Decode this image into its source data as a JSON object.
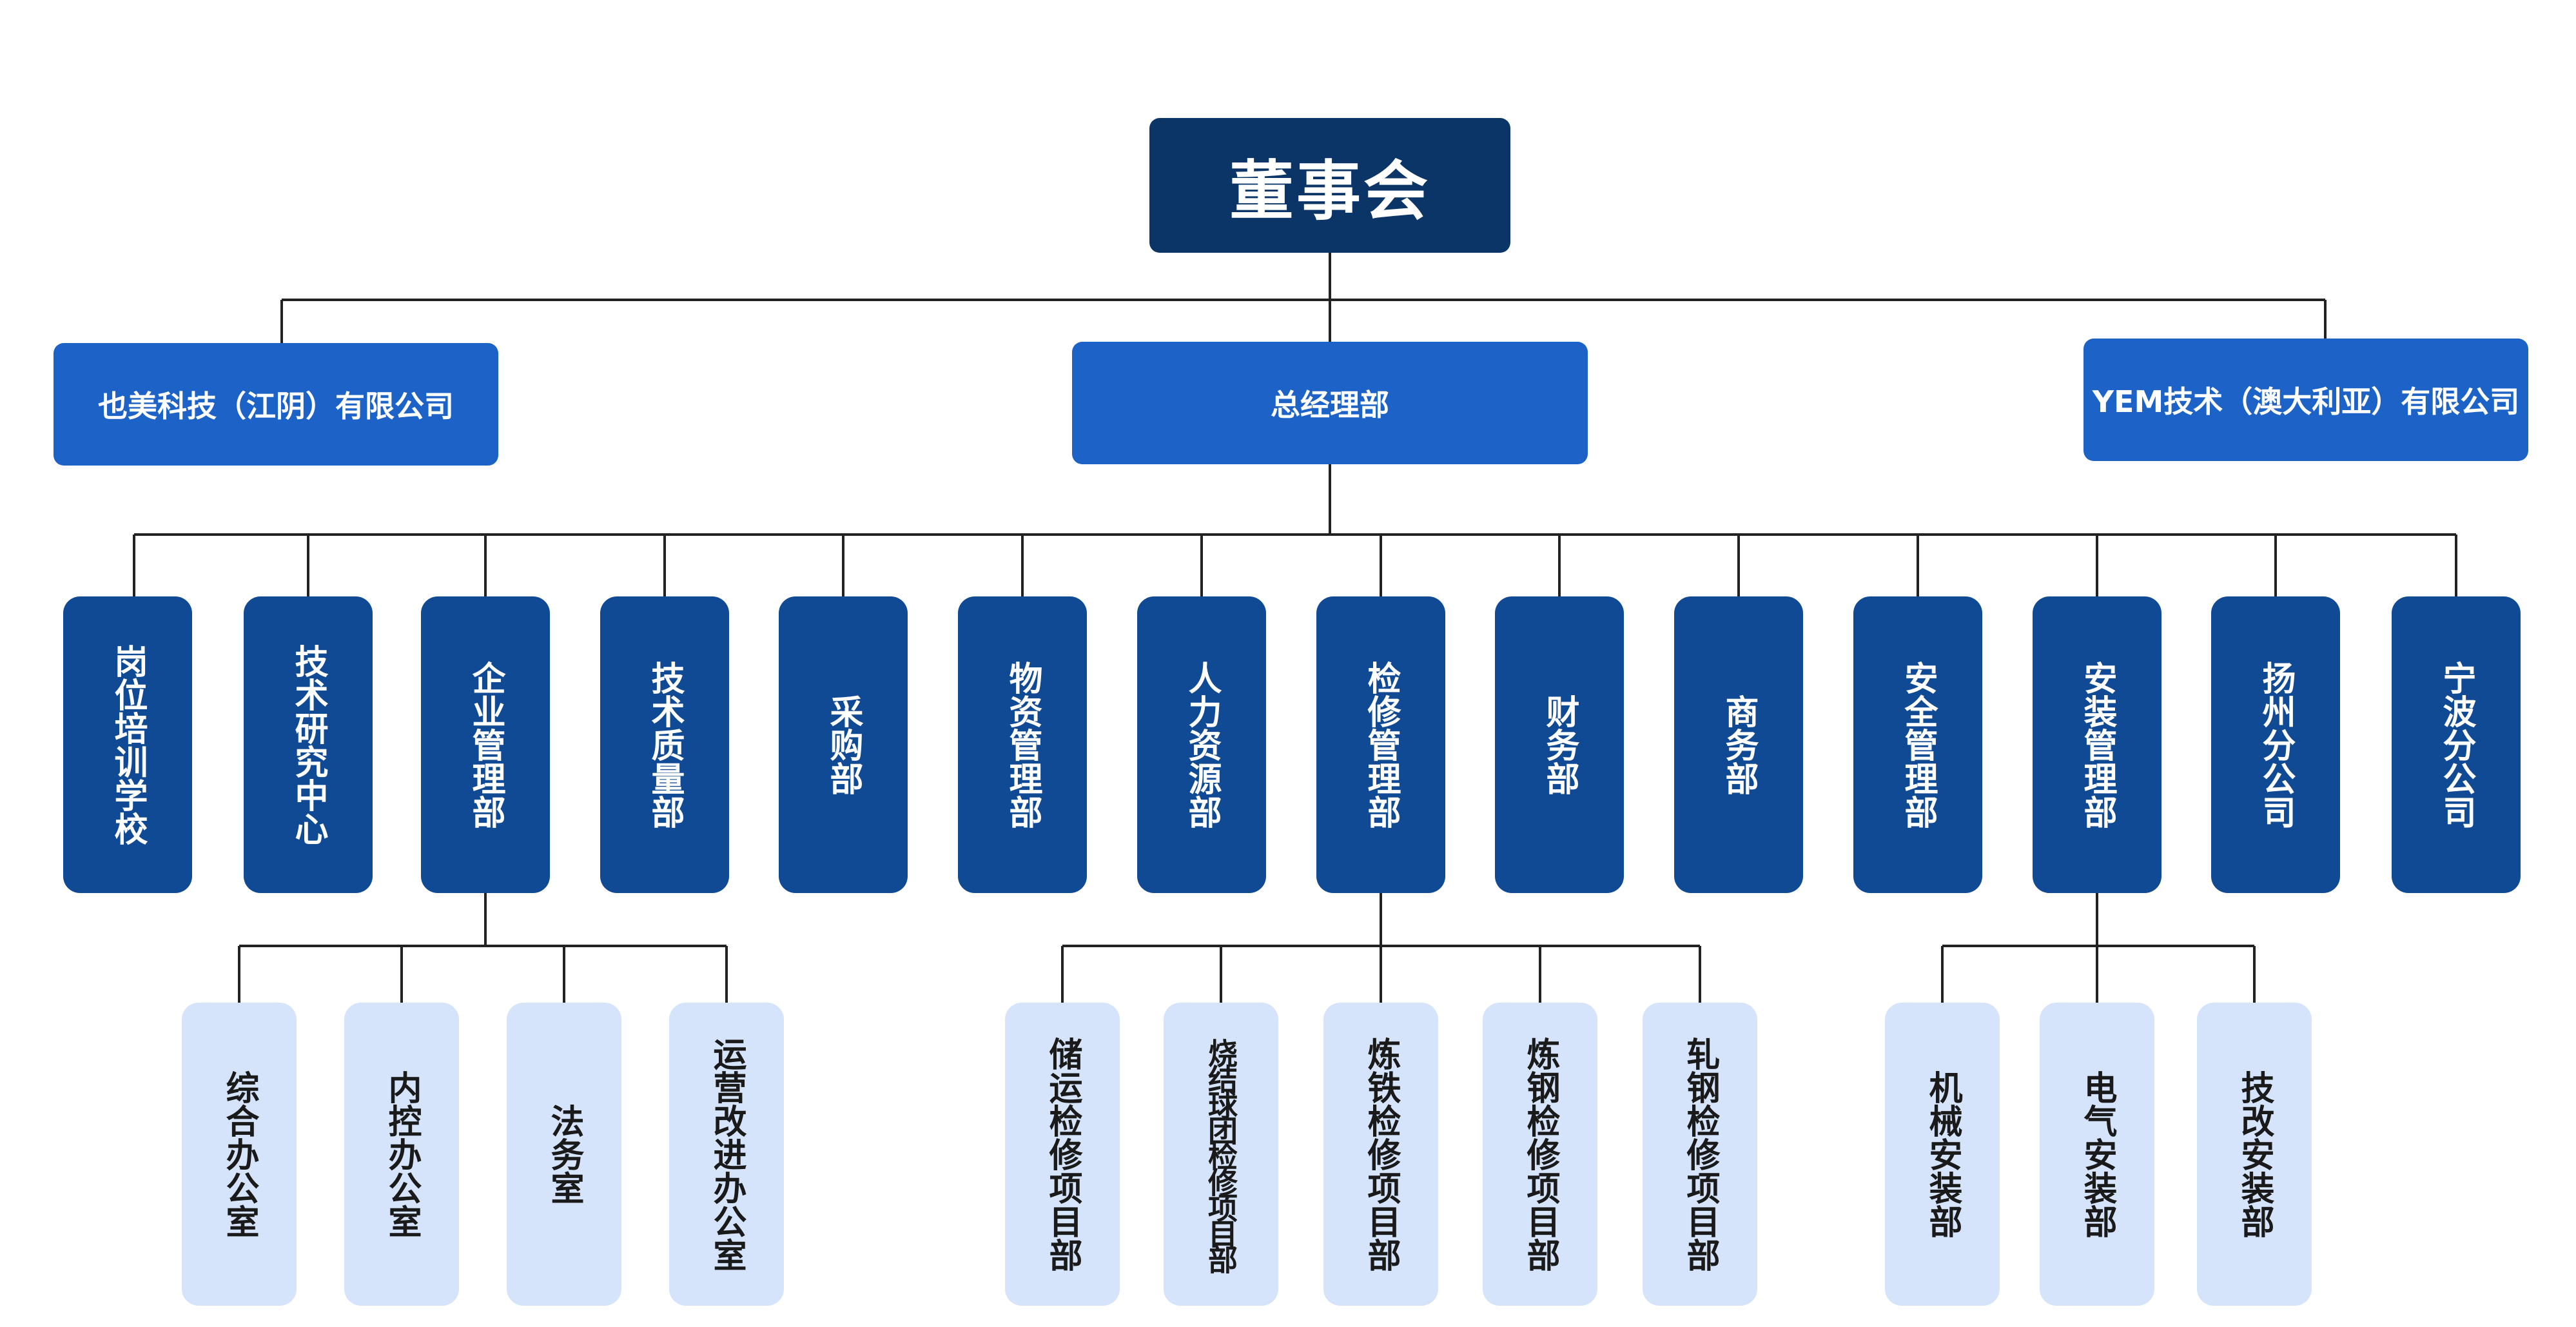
{
  "root": {
    "label": "董事会"
  },
  "level1": {
    "left": "也美科技（江阴）有限公司",
    "center": "总经理部",
    "right": "YEM技术（澳大利亚）有限公司"
  },
  "departments": [
    {
      "label": "岗位培训学校"
    },
    {
      "label": "技术研究中心"
    },
    {
      "label": "企业管理部"
    },
    {
      "label": "技术质量部"
    },
    {
      "label": "采购部"
    },
    {
      "label": "物资管理部"
    },
    {
      "label": "人力资源部"
    },
    {
      "label": "检修管理部"
    },
    {
      "label": "财务部"
    },
    {
      "label": "商务部"
    },
    {
      "label": "安全管理部"
    },
    {
      "label": "安装管理部"
    },
    {
      "label": "扬州分公司"
    },
    {
      "label": "宁波分公司"
    }
  ],
  "sub_units": {
    "enterprise": [
      "综合办公室",
      "内控办公室",
      "法务室",
      "运营改进办公室"
    ],
    "maintenance": [
      "储运检修项目部",
      "烧结球团检修项目部",
      "炼铁检修项目部",
      "炼钢检修项目部",
      "轧钢检修项目部"
    ],
    "installation": [
      "机械安装部",
      "电气安装部",
      "技改安装部"
    ]
  },
  "colors": {
    "root_fill": "#0b3566",
    "level1_fill": "#1d63c7",
    "department_fill": "#114a94",
    "sub_unit_fill": "#d5e4fb",
    "connector": "#222222"
  }
}
